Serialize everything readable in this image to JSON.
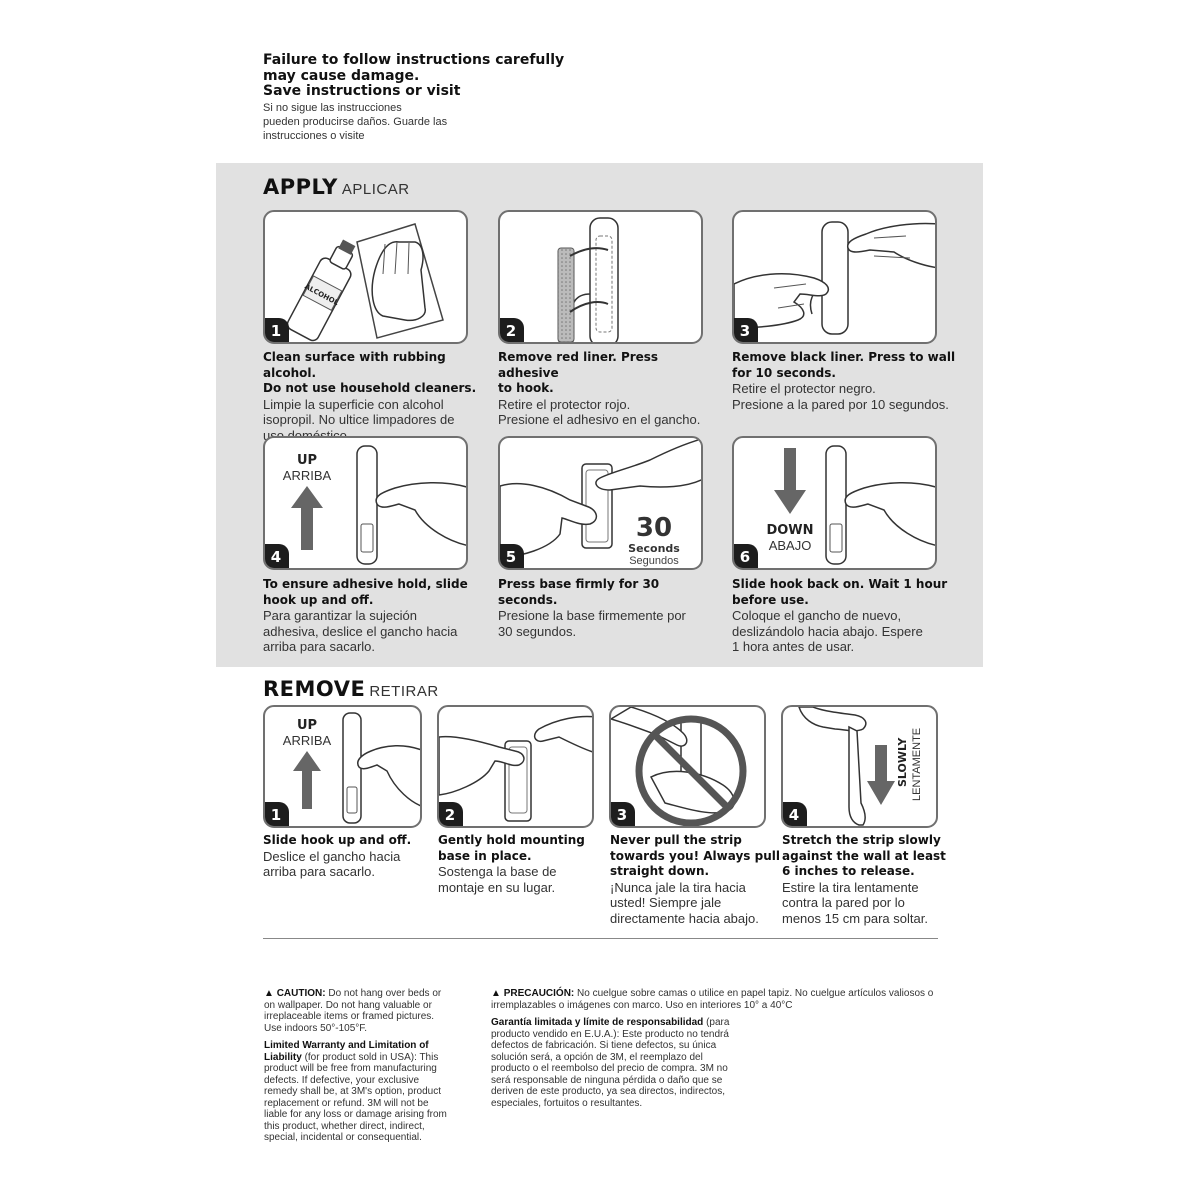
{
  "header": {
    "line1": "Failure to follow instructions carefully",
    "line2": "may cause damage.",
    "line3": "Save instructions or visit",
    "es1": "Si no sigue las instrucciones",
    "es2": "pueden producirse daños. Guarde las",
    "es3": "instrucciones o visite"
  },
  "apply": {
    "title": "APPLY",
    "subtitle": "APLICAR",
    "steps": [
      {
        "num": "1",
        "en": [
          "Clean surface with rubbing alcohol.",
          "Do not use household cleaners."
        ],
        "es": [
          "Limpie la superficie con alcohol",
          "isopropil. No ultice limpadores de",
          "uso doméstico."
        ],
        "label": "ALCOHOL"
      },
      {
        "num": "2",
        "en": [
          "Remove red liner. Press adhesive",
          "to hook."
        ],
        "es": [
          "Retire el protector rojo.",
          "Presione el adhesivo en el gancho."
        ]
      },
      {
        "num": "3",
        "en": [
          "Remove black liner. Press to wall",
          "for 10 seconds."
        ],
        "es": [
          "Retire el protector negro.",
          "Presione a la pared por 10 segundos."
        ]
      },
      {
        "num": "4",
        "en": [
          "To ensure adhesive hold, slide",
          "hook up and off."
        ],
        "es": [
          "Para garantizar la sujeción",
          "adhesiva, deslice el gancho hacia",
          "arriba para sacarlo."
        ],
        "arrow_en": "UP",
        "arrow_es": "ARRIBA"
      },
      {
        "num": "5",
        "en": [
          "Press base firmly for 30 seconds."
        ],
        "es": [
          "Presione la base firmemente por",
          "30 segundos."
        ],
        "big": "30",
        "unit_en": "Seconds",
        "unit_es": "Segundos"
      },
      {
        "num": "6",
        "en": [
          "Slide hook back on. Wait 1 hour",
          "before use."
        ],
        "es": [
          "Coloque el gancho de nuevo,",
          "deslizándolo hacia abajo. Espere",
          "1 hora antes de usar."
        ],
        "arrow_en": "DOWN",
        "arrow_es": "ABAJO"
      }
    ]
  },
  "remove": {
    "title": "REMOVE",
    "subtitle": "RETIRAR",
    "steps": [
      {
        "num": "1",
        "en": [
          "Slide hook up and off."
        ],
        "es": [
          "Deslice el gancho hacia",
          "arriba para sacarlo."
        ],
        "arrow_en": "UP",
        "arrow_es": "ARRIBA"
      },
      {
        "num": "2",
        "en": [
          "Gently hold mounting",
          "base in place."
        ],
        "es": [
          "Sostenga la base de",
          "montaje en su lugar."
        ]
      },
      {
        "num": "3",
        "en": [
          "Never pull the strip",
          "towards you! Always pull",
          "straight down."
        ],
        "es": [
          "¡Nunca jale la tira hacia",
          "usted! Siempre jale",
          "directamente hacia abajo."
        ]
      },
      {
        "num": "4",
        "en": [
          "Stretch the strip slowly",
          "against the wall at least",
          "6 inches to release."
        ],
        "es": [
          "Estire la tira lentamente",
          "contra la pared por lo",
          "menos 15 cm para soltar."
        ],
        "arrow_en": "SLOWLY",
        "arrow_es": "LENTAMENTE"
      }
    ]
  },
  "footer": {
    "caution_label": "CAUTION:",
    "caution_text": "Do not hang over beds or on wallpaper. Do not hang valuable or irreplaceable items or framed pictures. Use indoors 50°-105°F.",
    "warranty_label": "Limited Warranty and Limitation of Liability",
    "warranty_text": "(for product sold in USA): This product will be free from manufacturing defects. If defective, your exclusive remedy shall be, at 3M's option, product replacement or refund. 3M will not be liable for any loss or damage arising from this product, whether direct, indirect, special, incidental or consequential.",
    "precaucion_label": "PRECAUCIÓN:",
    "precaucion_text": "No cuelgue sobre camas o utilice en papel tapiz. No cuelgue artículos valiosos o irremplazables o imágenes con marco. Uso en interiores 10° a 40°C",
    "garantia_label": "Garantía limitada y límite de responsabilidad",
    "garantia_text": "(para producto vendido en E.U.A.): Este producto no tendrá defectos de fabricación. Si tiene defectos, su única solución será, a opción de 3M, el reemplazo del producto o el reembolso del precio de compra. 3M no será responsable de ninguna pérdida o daño que se deriven de este producto, ya sea directos, indirectos, especiales, fortuitos o resultantes."
  }
}
